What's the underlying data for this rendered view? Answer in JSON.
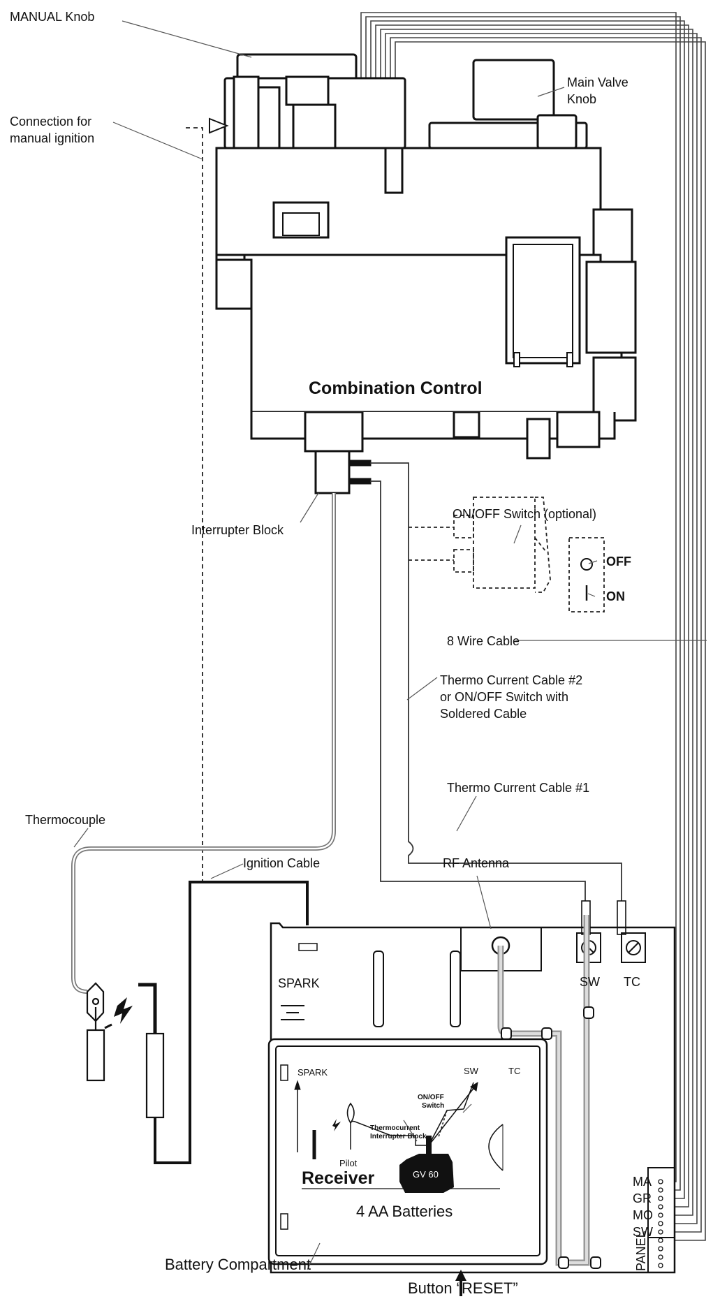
{
  "labels": {
    "manual_knob": "MANUAL Knob",
    "manual_ignition_1": "Connection for",
    "manual_ignition_2": "manual ignition",
    "main_valve_1": "Main Valve",
    "main_valve_2": "Knob",
    "combination_control": "Combination Control",
    "interrupter_block": "Interrupter Block",
    "onoff_switch": "ON/OFF Switch (optional)",
    "off": "OFF",
    "on": "ON",
    "wire_cable": "8  Wire Cable",
    "thermo2_1": "Thermo Current Cable #2",
    "thermo2_2": "or ON/OFF Switch with",
    "thermo2_3": "Soldered Cable",
    "thermo1": "Thermo Current Cable #1",
    "thermocouple": "Thermocouple",
    "ignition_cable": "Ignition Cable",
    "rf_antenna": "RF Antenna",
    "spark": "SPARK",
    "sw": "SW",
    "tc": "TC",
    "ma": "MA",
    "gr": "GR",
    "mo": "MO",
    "sw_pin": "SW",
    "panel": "PANEL",
    "inner_spark": "SPARK",
    "inner_sw": "SW",
    "inner_tc": "TC",
    "inner_onoff_1": "ON/OFF",
    "inner_onoff_2": "Switch",
    "inner_thermo_1": "Thermocurrent",
    "inner_thermo_2": "Interrupter Block",
    "inner_pilot": "Pilot",
    "inner_gv60": "GV 60",
    "receiver": "Receiver",
    "batteries": "4 AA Batteries",
    "battery_compartment": "Battery Compartment",
    "reset_button": "Button “RESET”"
  }
}
